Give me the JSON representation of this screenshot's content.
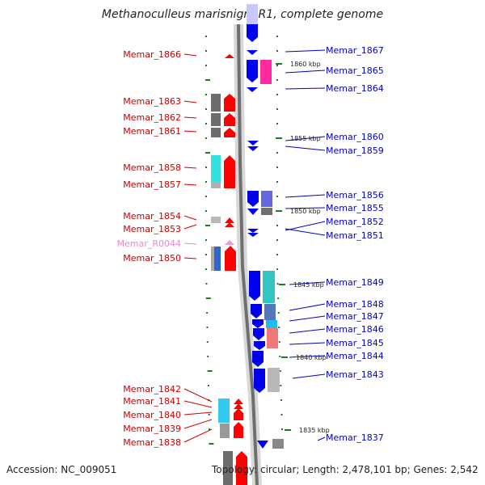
{
  "title": "Methanoculleus marisnigri JR1, complete genome",
  "accession": "Accession: NC_009051",
  "topology": "Topology: circular; Length: 2,478,101 bp; Genes: 2,542",
  "colors": {
    "left_label": "#cc0000",
    "right_label": "#0000cc",
    "rna_label": "#e889c7",
    "tick": "#1a7f1a",
    "axis": "#8a8a8a"
  },
  "kbp_markers": [
    {
      "label": "1860 kbp"
    },
    {
      "label": "1855 kbp"
    },
    {
      "label": "1850 kbp"
    },
    {
      "label": "1845 kbp"
    },
    {
      "label": "1840 kbp"
    },
    {
      "label": "1835 kbp"
    }
  ],
  "left_genes": [
    {
      "label": "Memar_1866"
    },
    {
      "label": "Memar_1863"
    },
    {
      "label": "Memar_1862"
    },
    {
      "label": "Memar_1861"
    },
    {
      "label": "Memar_1858"
    },
    {
      "label": "Memar_1857"
    },
    {
      "label": "Memar_1854"
    },
    {
      "label": "Memar_1853"
    },
    {
      "label": "Memar_R0044"
    },
    {
      "label": "Memar_1850"
    },
    {
      "label": "Memar_1842"
    },
    {
      "label": "Memar_1841"
    },
    {
      "label": "Memar_1840"
    },
    {
      "label": "Memar_1839"
    },
    {
      "label": "Memar_1838"
    }
  ],
  "right_genes": [
    {
      "label": "Memar_1867"
    },
    {
      "label": "Memar_1865"
    },
    {
      "label": "Memar_1864"
    },
    {
      "label": "Memar_1860"
    },
    {
      "label": "Memar_1859"
    },
    {
      "label": "Memar_1856"
    },
    {
      "label": "Memar_1855"
    },
    {
      "label": "Memar_1852"
    },
    {
      "label": "Memar_1851"
    },
    {
      "label": "Memar_1849"
    },
    {
      "label": "Memar_1848"
    },
    {
      "label": "Memar_1847"
    },
    {
      "label": "Memar_1846"
    },
    {
      "label": "Memar_1845"
    },
    {
      "label": "Memar_1844"
    },
    {
      "label": "Memar_1843"
    },
    {
      "label": "Memar_1837"
    }
  ]
}
